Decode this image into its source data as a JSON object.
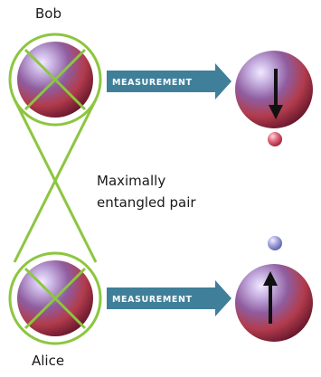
{
  "labels": {
    "top_person": "Bob",
    "bottom_person": "Alice",
    "pair_line1": "Maximally",
    "pair_line2": "entangled pair"
  },
  "arrows": {
    "top_text": "MEASUREMENT",
    "bottom_text": "MEASUREMENT"
  },
  "colors": {
    "ring": "#8cc63f",
    "arrow": "#3f7f9a",
    "sphere_red": "#b8323c",
    "sphere_blue": "#5a66a8",
    "spin_arrow": "#111111",
    "small_top": "#d9475f",
    "small_bottom": "#8f8fd0"
  },
  "icons": {
    "top_result_spin": "spin-down-arrow",
    "bottom_result_spin": "spin-up-arrow"
  }
}
